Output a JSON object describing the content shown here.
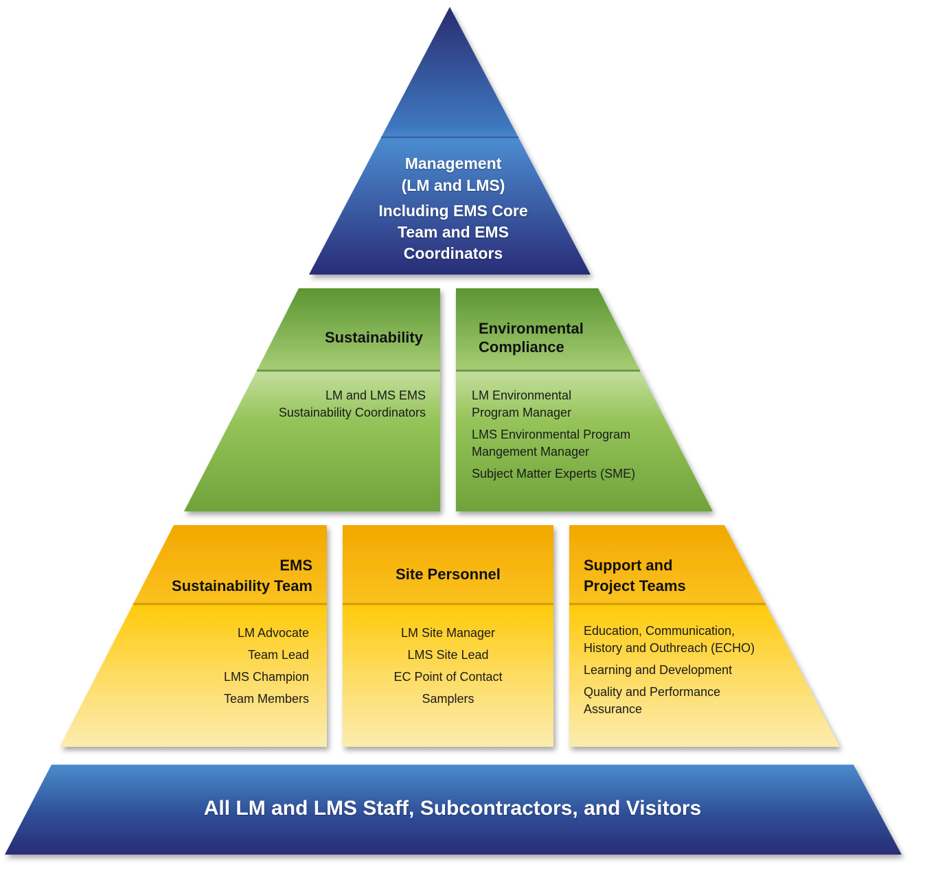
{
  "top": {
    "title_line1": "Management",
    "title_line2": "(LM and LMS)",
    "sub_line1": "Including EMS Core",
    "sub_line2": "Team and EMS",
    "sub_line3": "Coordinators"
  },
  "middle": {
    "left": {
      "header": "Sustainability",
      "items": [
        "LM and LMS EMS\nSustainability Coordinators"
      ]
    },
    "right": {
      "header": "Environmental\nCompliance",
      "items": [
        "LM Environmental\nProgram Manager",
        "LMS Environmental Program\nMangement Manager",
        "Subject Matter Experts (SME)"
      ]
    }
  },
  "lower": {
    "left": {
      "header": "EMS\nSustainability Team",
      "items": [
        "LM Advocate",
        "Team Lead",
        "LMS Champion",
        "Team Members"
      ]
    },
    "center": {
      "header": "Site Personnel",
      "items": [
        "LM Site Manager",
        "LMS Site Lead",
        "EC Point of Contact",
        "Samplers"
      ]
    },
    "right": {
      "header": "Support and\nProject Teams",
      "items": [
        "Education, Communication,\nHistory and Outhreach (ECHO)",
        "Learning and Development",
        "Quality and Performance\nAssurance"
      ]
    }
  },
  "base": {
    "label": "All LM and LMS Staff, Subcontractors, and Visitors"
  },
  "colors": {
    "blue_dark": "#2b2f7a",
    "blue_mid": "#3b6fb5",
    "blue_light": "#4f8fd0",
    "green_dark": "#5e9a32",
    "green_light": "#b9d890",
    "orange_dark": "#f2a900",
    "yellow_light": "#fbe9a6"
  }
}
